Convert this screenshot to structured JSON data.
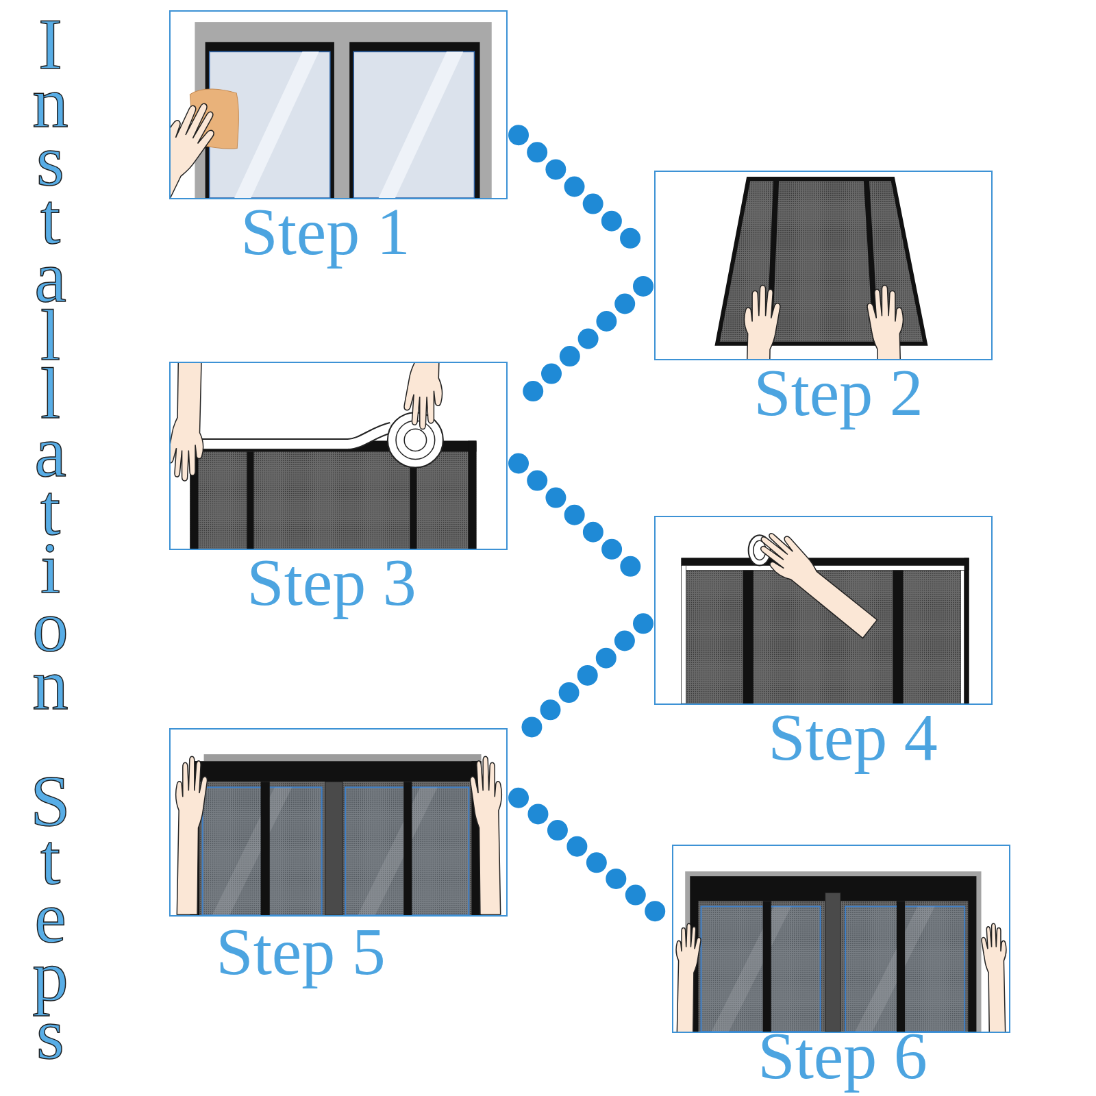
{
  "diagram": {
    "title": "Installation Steps",
    "nodes": [
      {
        "text": [
          "Step 1"
        ]
      },
      {
        "text": [
          "Step 2"
        ]
      },
      {
        "text": [
          "Step 3"
        ]
      },
      {
        "text": [
          "Step 4"
        ]
      },
      {
        "text": [
          "Step 5"
        ]
      },
      {
        "text": [
          "Step 6"
        ]
      }
    ],
    "edges": [
      {
        "from": 0,
        "to": 1,
        "arrow": "none"
      },
      {
        "from": 1,
        "to": 2,
        "arrow": "none"
      },
      {
        "from": 2,
        "to": 3,
        "arrow": "none"
      },
      {
        "from": 3,
        "to": 4,
        "arrow": "none"
      },
      {
        "from": 4,
        "to": 5,
        "arrow": "none"
      }
    ]
  }
}
